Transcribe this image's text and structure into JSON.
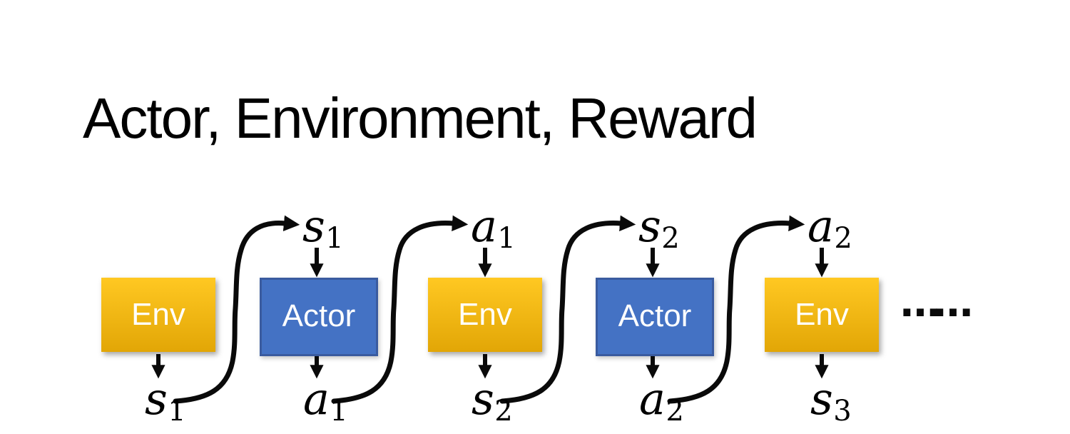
{
  "slide": {
    "title": "Actor, Environment, Reward"
  },
  "diagram": {
    "boxes": [
      {
        "label": "Env",
        "type": "env"
      },
      {
        "label": "Actor",
        "type": "actor"
      },
      {
        "label": "Env",
        "type": "env"
      },
      {
        "label": "Actor",
        "type": "actor"
      },
      {
        "label": "Env",
        "type": "env"
      }
    ],
    "top_labels": [
      {
        "base": "s",
        "sub": "1"
      },
      {
        "base": "a",
        "sub": "1"
      },
      {
        "base": "s",
        "sub": "2"
      },
      {
        "base": "a",
        "sub": "2"
      }
    ],
    "bottom_labels": [
      {
        "base": "s",
        "sub": "1"
      },
      {
        "base": "a",
        "sub": "1"
      },
      {
        "base": "s",
        "sub": "2"
      },
      {
        "base": "a",
        "sub": "2"
      },
      {
        "base": "s",
        "sub": "3"
      }
    ],
    "ellipsis": "……",
    "colors": {
      "env_top": "#FFC822",
      "env_bottom": "#E2A606",
      "actor_fill": "#4472C4",
      "actor_border": "#3A5B9F",
      "box_text": "#FFFFFF",
      "arrow": "#0A0A0A",
      "title_text": "#000000"
    }
  }
}
